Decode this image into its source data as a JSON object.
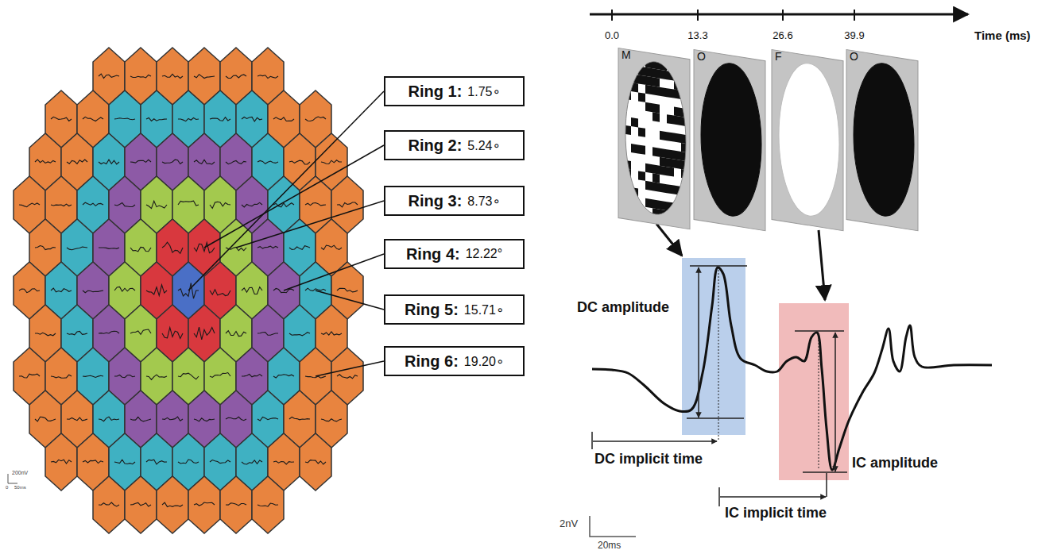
{
  "diagram": {
    "nodes": [
      {
        "text": [
          "Ring 1:",
          "1.75∘"
        ]
      },
      {
        "text": [
          "Ring 2:",
          "5.24∘"
        ]
      },
      {
        "text": [
          "Ring 3:",
          "8.73∘"
        ]
      },
      {
        "text": [
          "Ring 4:",
          "12.22°"
        ]
      },
      {
        "text": [
          "Ring 5:",
          "15.71∘"
        ]
      },
      {
        "text": [
          "Ring 6:",
          "19.20∘"
        ]
      },
      {
        "text": [
          "M"
        ]
      },
      {
        "text": [
          "O"
        ]
      },
      {
        "text": [
          "F"
        ]
      },
      {
        "text": [
          "O"
        ]
      }
    ],
    "labels": [
      "0.0",
      "13.3",
      "26.6",
      "39.9",
      "Time (ms)",
      "DC amplitude",
      "DC implicit time",
      "IC amplitude",
      "IC implicit time",
      "2nV",
      "20ms",
      "200nV",
      "0",
      "50ms"
    ]
  }
}
